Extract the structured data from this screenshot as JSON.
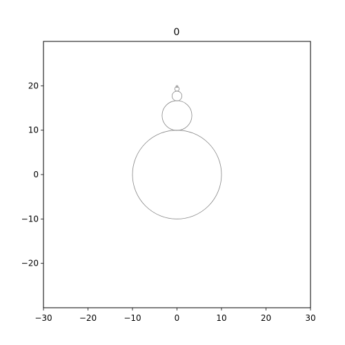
{
  "chart_data": {
    "type": "scatter",
    "title": "0",
    "xlabel": "",
    "ylabel": "",
    "xlim": [
      -30,
      30
    ],
    "ylim": [
      -30,
      30
    ],
    "grid": false,
    "x_ticks": [
      -30,
      -20,
      -10,
      0,
      10,
      20,
      30
    ],
    "x_tick_labels": [
      "−30",
      "−20",
      "−10",
      "0",
      "10",
      "20",
      "30"
    ],
    "y_ticks": [
      -20,
      -10,
      0,
      10,
      20
    ],
    "y_tick_labels": [
      "−20",
      "−10",
      "0",
      "10",
      "20"
    ],
    "circles": [
      {
        "cx": 0,
        "cy": 0,
        "r": 10
      },
      {
        "cx": 0,
        "cy": 13.3,
        "r": 3.35
      },
      {
        "cx": 0,
        "cy": 17.7,
        "r": 1.1
      },
      {
        "cx": 0,
        "cy": 19.3,
        "r": 0.5
      },
      {
        "cx": 0,
        "cy": 19.85,
        "r": 0.22
      }
    ],
    "colors": {
      "circle_stroke": "#888888",
      "axes": "#000000",
      "background": "#ffffff"
    }
  }
}
